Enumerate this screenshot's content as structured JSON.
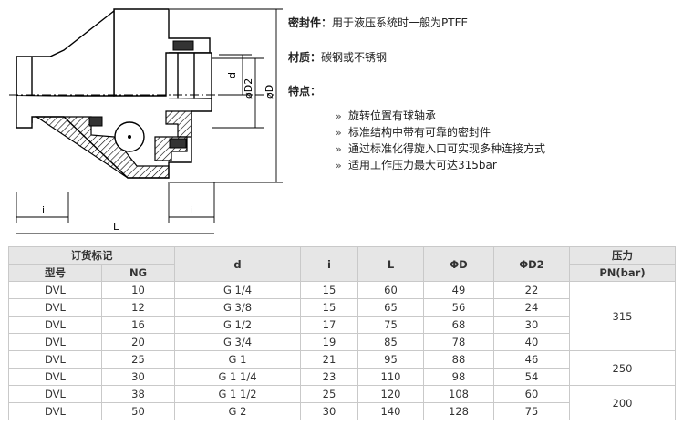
{
  "drawing": {
    "dim_d": "d",
    "dim_D2": "øD2",
    "dim_D": "øD",
    "dim_i_left": "i",
    "dim_i_right": "i",
    "dim_L": "L"
  },
  "spec": {
    "seal_label": "密封件：",
    "seal_value": "用于液压系统时一般为PTFE",
    "material_label": "材质：",
    "material_value": "碳钢或不锈钢",
    "features_label": "特点：",
    "bullet_glyph": "»",
    "features": [
      "旋转位置有球轴承",
      "标准结构中带有可靠的密封件",
      "通过标准化得旋入口可实现多种连接方式",
      "适用工作压力最大可达315bar"
    ]
  },
  "table": {
    "order_header": "订货标记",
    "col_model": "型号",
    "col_ng": "NG",
    "col_d": "d",
    "col_i": "i",
    "col_L": "L",
    "col_D": "ΦD",
    "col_D2": "ΦD2",
    "col_pressure": "压力",
    "col_pn": "PN(bar)",
    "rows": [
      {
        "model": "DVL",
        "ng": "10",
        "d": "G 1/4",
        "i": "15",
        "L": "60",
        "D": "49",
        "D2": "22"
      },
      {
        "model": "DVL",
        "ng": "12",
        "d": "G 3/8",
        "i": "15",
        "L": "65",
        "D": "56",
        "D2": "24"
      },
      {
        "model": "DVL",
        "ng": "16",
        "d": "G 1/2",
        "i": "17",
        "L": "75",
        "D": "68",
        "D2": "30"
      },
      {
        "model": "DVL",
        "ng": "20",
        "d": "G 3/4",
        "i": "19",
        "L": "85",
        "D": "78",
        "D2": "40"
      },
      {
        "model": "DVL",
        "ng": "25",
        "d": "G 1",
        "i": "21",
        "L": "95",
        "D": "88",
        "D2": "46"
      },
      {
        "model": "DVL",
        "ng": "30",
        "d": "G 1 1/4",
        "i": "23",
        "L": "110",
        "D": "98",
        "D2": "54"
      },
      {
        "model": "DVL",
        "ng": "38",
        "d": "G 1 1/2",
        "i": "25",
        "L": "120",
        "D": "108",
        "D2": "60"
      },
      {
        "model": "DVL",
        "ng": "50",
        "d": "G 2",
        "i": "30",
        "L": "140",
        "D": "128",
        "D2": "75"
      }
    ],
    "pn_groups": [
      "315",
      "250",
      "200"
    ]
  }
}
